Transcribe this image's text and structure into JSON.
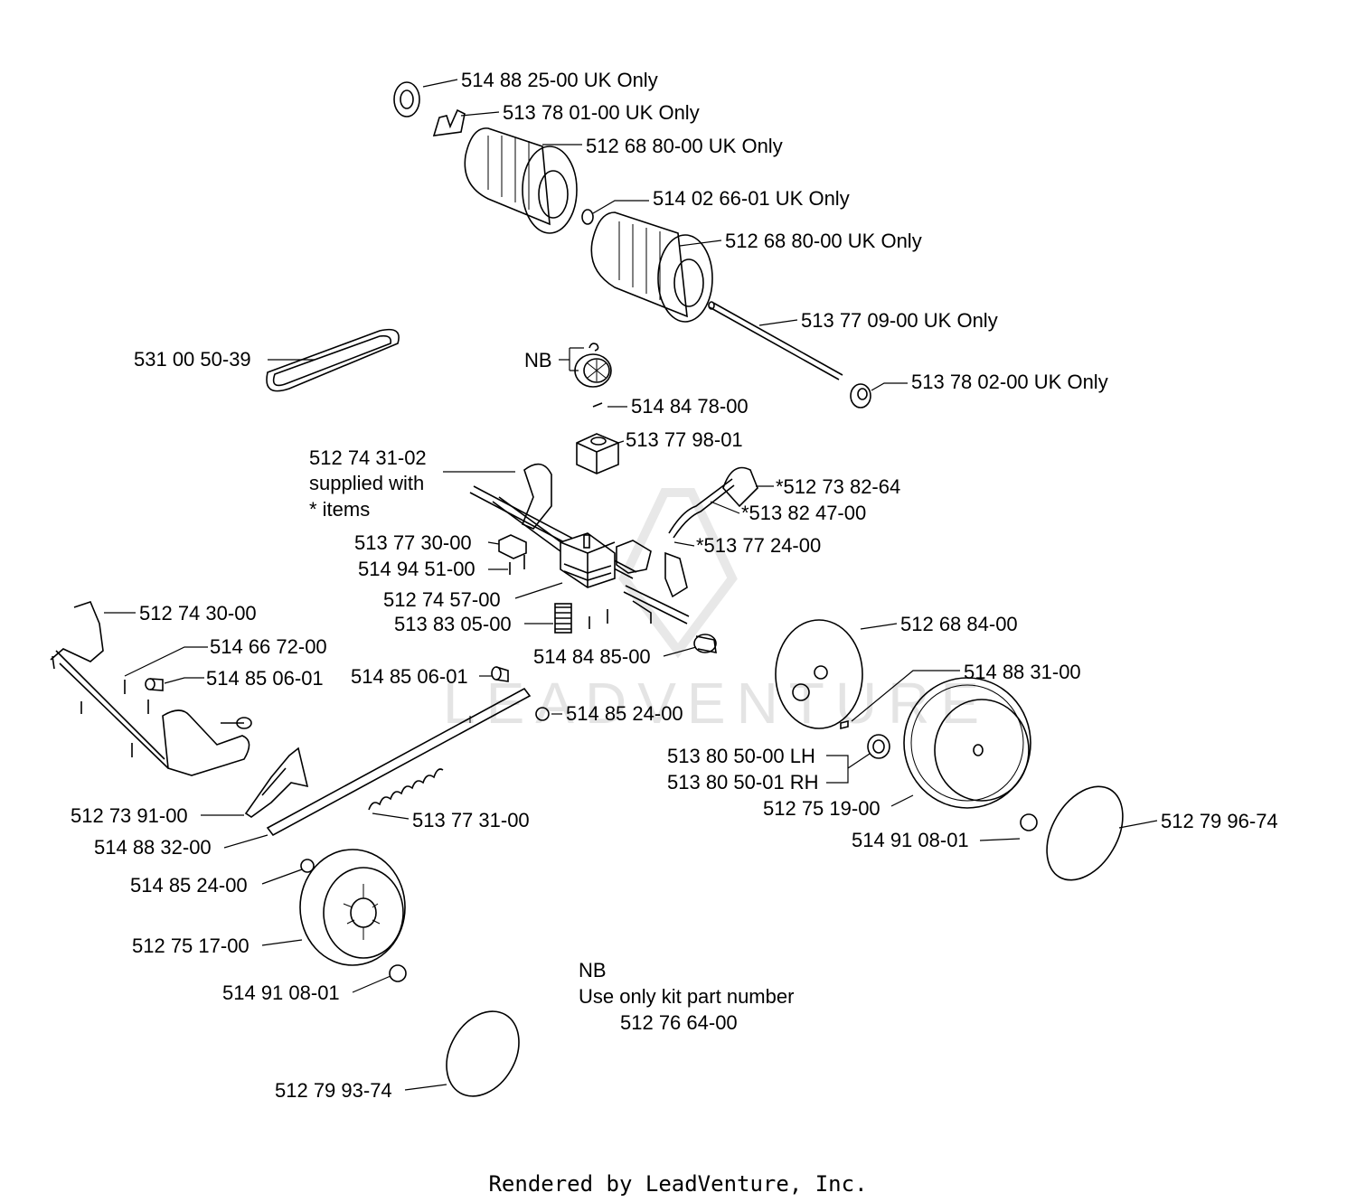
{
  "parts": [
    {
      "id": "p1",
      "label": "514 88 25-00 UK Only"
    },
    {
      "id": "p2",
      "label": "513 78 01-00 UK Only"
    },
    {
      "id": "p3",
      "label": "512 68 80-00 UK Only"
    },
    {
      "id": "p4",
      "label": "514 02 66-01 UK Only"
    },
    {
      "id": "p5",
      "label": "512 68 80-00 UK Only"
    },
    {
      "id": "p6",
      "label": "513 77 09-00 UK Only"
    },
    {
      "id": "p7",
      "label": "513 78 02-00 UK Only"
    },
    {
      "id": "p8",
      "label": "531 00 50-39"
    },
    {
      "id": "p9",
      "label": "NB"
    },
    {
      "id": "p10",
      "label": "514 84 78-00"
    },
    {
      "id": "p11",
      "label": "513 77 98-01"
    },
    {
      "id": "p12a",
      "label": "512 74 31-02"
    },
    {
      "id": "p12b",
      "label": "supplied with"
    },
    {
      "id": "p12c",
      "label": "* items"
    },
    {
      "id": "p13",
      "label": "*512 73 82-64"
    },
    {
      "id": "p14",
      "label": "*513 82 47-00"
    },
    {
      "id": "p15",
      "label": "513 77 30-00"
    },
    {
      "id": "p16",
      "label": "*513 77 24-00"
    },
    {
      "id": "p17",
      "label": "514 94 51-00"
    },
    {
      "id": "p18",
      "label": "512 74 57-00"
    },
    {
      "id": "p19",
      "label": "512 74 30-00"
    },
    {
      "id": "p20",
      "label": "513 83 05-00"
    },
    {
      "id": "p21",
      "label": "512 68 84-00"
    },
    {
      "id": "p22",
      "label": "514 66 72-00"
    },
    {
      "id": "p23",
      "label": "514 84 85-00"
    },
    {
      "id": "p24",
      "label": "514 85 06-01"
    },
    {
      "id": "p25",
      "label": "514 85 06-01"
    },
    {
      "id": "p26",
      "label": "514 88 31-00"
    },
    {
      "id": "p27",
      "label": "514 85 24-00"
    },
    {
      "id": "p28",
      "label": "513 80 50-00 LH"
    },
    {
      "id": "p29",
      "label": "513 80 50-01 RH"
    },
    {
      "id": "p30",
      "label": "512 75 19-00"
    },
    {
      "id": "p31",
      "label": "512 73 91-00"
    },
    {
      "id": "p32",
      "label": "513 77 31-00"
    },
    {
      "id": "p33",
      "label": "512 79 96-74"
    },
    {
      "id": "p34",
      "label": "514 91 08-01"
    },
    {
      "id": "p35",
      "label": "514 88 32-00"
    },
    {
      "id": "p36",
      "label": "514 85 24-00"
    },
    {
      "id": "p37",
      "label": "512 75 17-00"
    },
    {
      "id": "p38",
      "label": "514 91 08-01"
    },
    {
      "id": "p39",
      "label": "512 79 93-74"
    }
  ],
  "note": {
    "title": "NB",
    "line1": "Use only kit part number",
    "line2": "512 76 64-00"
  },
  "watermark": "LEADVENTURE",
  "footer": "Rendered by LeadVenture, Inc."
}
